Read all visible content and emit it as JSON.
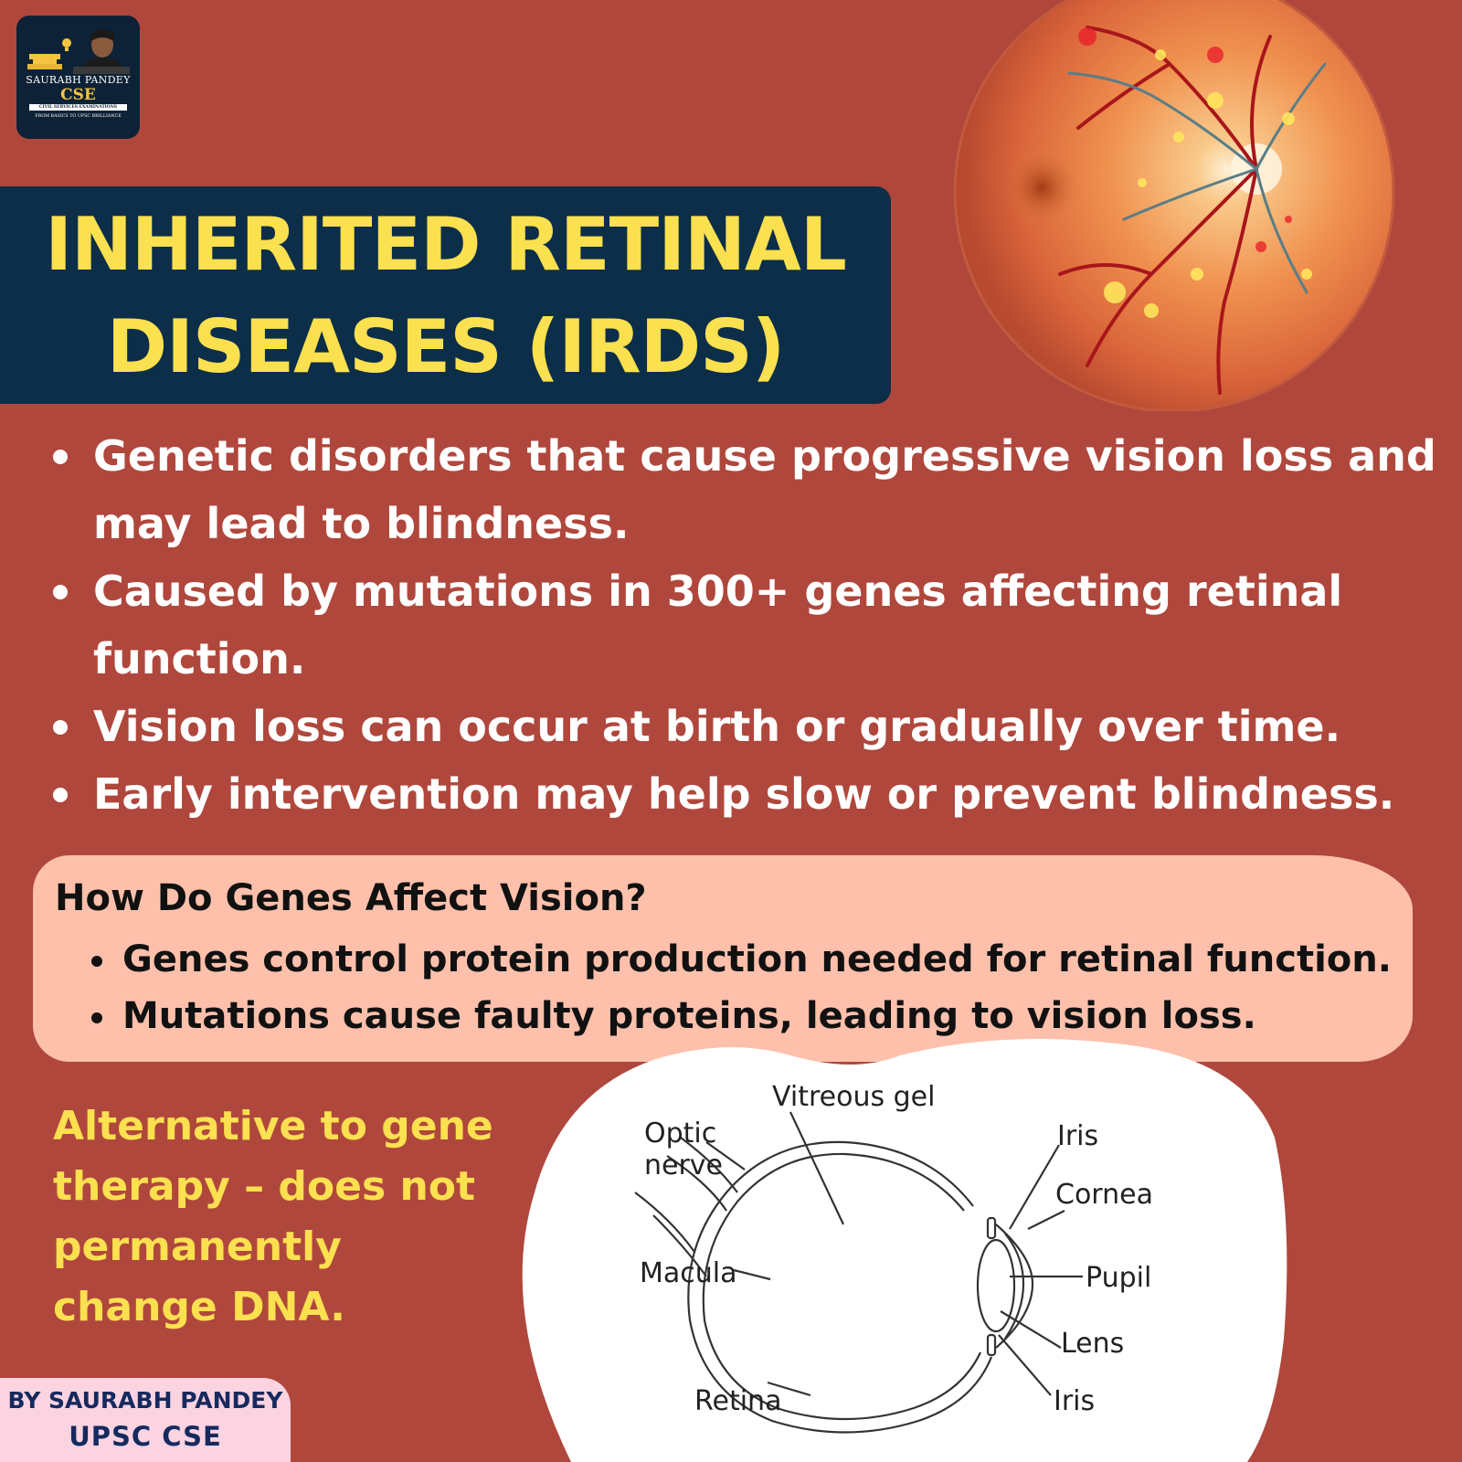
{
  "logo": {
    "name": "SAURABH PANDEY",
    "cse": "CSE",
    "tagline1": "CIVIL SERVICES EXAMINATIONS",
    "tagline2": "FROM BASICS TO UPSC BRILLIANCE"
  },
  "title": {
    "line1": "INHERITED RETINAL",
    "line2": "DISEASES (IRDS)"
  },
  "bullets": [
    "Genetic disorders that cause progressive vision loss and may lead to blindness.",
    "Caused by mutations in 300+ genes affecting retinal function.",
    "Vision loss can occur at birth or gradually over time.",
    "Early intervention may help slow or prevent blindness."
  ],
  "genes_section": {
    "title": "How Do Genes Affect Vision?",
    "items": [
      "Genes control protein production needed for retinal function.",
      "Mutations cause faulty proteins, leading to vision loss."
    ]
  },
  "alternative_text": "Alternative to gene therapy – does not permanently change DNA.",
  "eye_diagram": {
    "labels": {
      "vitreous_gel": "Vitreous gel",
      "optic_nerve_1": "Optic",
      "optic_nerve_2": "nerve",
      "macula": "Macula",
      "retina": "Retina",
      "iris_top": "Iris",
      "cornea": "Cornea",
      "pupil": "Pupil",
      "lens": "Lens",
      "iris_bottom": "Iris"
    }
  },
  "byline": {
    "line1": "BY SAURABH PANDEY",
    "line2": "UPSC CSE"
  },
  "colors": {
    "background": "#b0473c",
    "title_bg": "#0c2e48",
    "title_text": "#fbe04f",
    "genes_bg": "#fec0ab",
    "byline_bg": "#fcd3e1",
    "byline_text": "#152a5e"
  }
}
